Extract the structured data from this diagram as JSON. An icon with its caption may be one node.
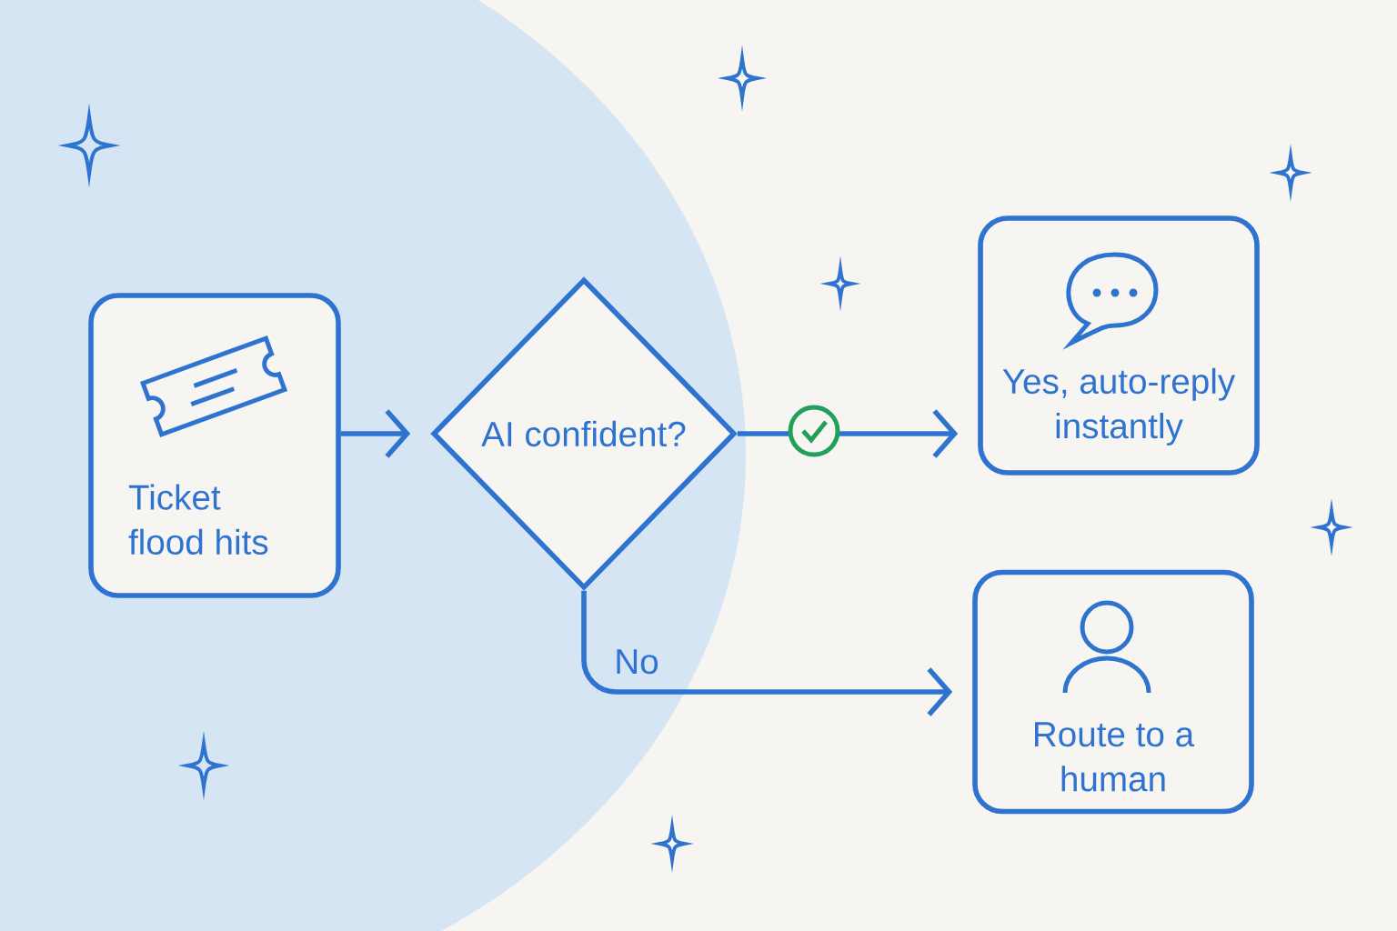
{
  "diagram": {
    "nodes": [
      {
        "text": [
          "Ticket flood hits"
        ]
      },
      {
        "text": [
          "AI confident?"
        ]
      },
      {
        "text": [
          "Yes, auto-reply instantly"
        ]
      },
      {
        "text": [
          "Route to a human"
        ]
      }
    ],
    "edges": [
      {
        "from": 0,
        "to": 1,
        "arrow": "to"
      },
      {
        "from": 1,
        "to": 2,
        "arrow": "to"
      },
      {
        "from": 1,
        "to": 3,
        "arrow": "to",
        "label": "No"
      }
    ]
  }
}
